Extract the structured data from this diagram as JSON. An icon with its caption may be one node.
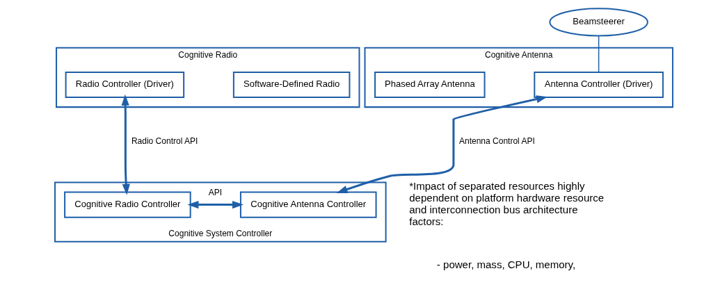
{
  "diagram": {
    "nodes": [
      {
        "text": [
          "Cognitive Antenna"
        ]
      },
      {
        "text": [
          "Phased Array Antenna"
        ],
        "in": 0
      },
      {
        "text": [
          "Antenna Controller (Driver)"
        ],
        "in": 0
      },
      {
        "text": [
          "Beamsteerer"
        ]
      },
      {
        "text": [
          "Cognitive Radio"
        ]
      },
      {
        "text": [
          "Radio Controller (Driver)"
        ],
        "in": 4
      },
      {
        "text": [
          "Software-Defined Radio"
        ],
        "in": 4
      },
      {
        "text": [
          "Cognitive System Controller"
        ]
      },
      {
        "text": [
          "Cognitive Antenna Controller"
        ],
        "in": 7
      },
      {
        "text": [
          "Cognitive Radio Controller"
        ],
        "in": 7
      }
    ],
    "edges": [
      {
        "from": 3,
        "to": 2,
        "arrow": "none"
      },
      {
        "from": 2,
        "to": 8,
        "arrow": "both",
        "label": "Antenna Control API"
      },
      {
        "from": 5,
        "to": 9,
        "arrow": "both",
        "label": "Radio Control API"
      },
      {
        "from": 8,
        "to": 9,
        "arrow": "both",
        "label": "API"
      }
    ],
    "labels": [
      "*Impact of separated resources highly dependent on platform hardware resource and interconnection bus architecture factors:",
      "- power, mass, CPU, memory,"
    ]
  }
}
